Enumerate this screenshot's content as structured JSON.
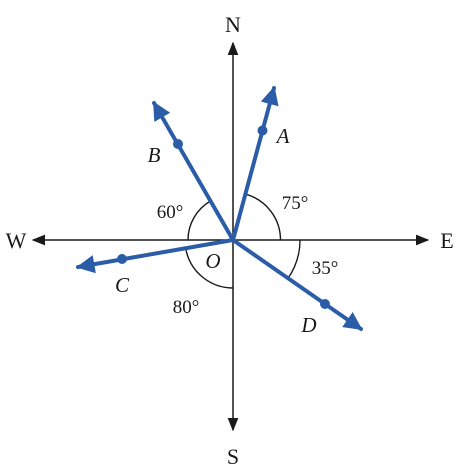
{
  "directions": {
    "north": "N",
    "south": "S",
    "east": "E",
    "west": "W"
  },
  "origin_label": "O",
  "rays": [
    {
      "point": "A",
      "bearing_from_north_deg": 15
    },
    {
      "point": "B",
      "bearing_from_north_deg": -30
    },
    {
      "point": "C",
      "bearing_from_north_deg": -100
    },
    {
      "point": "D",
      "bearing_from_north_deg": 125
    }
  ],
  "angles": [
    {
      "label": "75°",
      "between": [
        "A",
        "E"
      ]
    },
    {
      "label": "60°",
      "between": [
        "B",
        "W"
      ]
    },
    {
      "label": "80°",
      "between": [
        "C",
        "S"
      ]
    },
    {
      "label": "35°",
      "between": [
        "E",
        "D"
      ]
    }
  ],
  "colors": {
    "ray": "#2b5ca8",
    "axis": "#1a1a1a",
    "text": "#1a1a1a"
  }
}
